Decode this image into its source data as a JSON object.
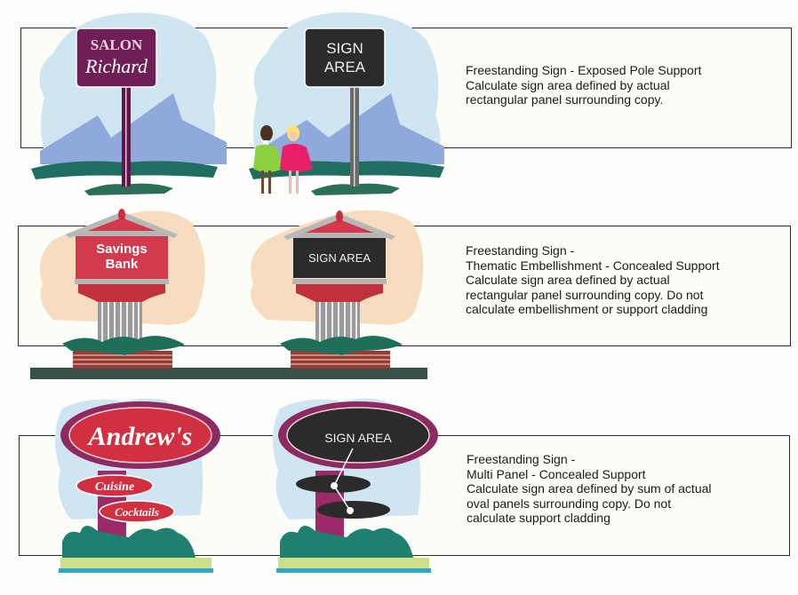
{
  "rows": [
    {
      "id": "exposed-pole",
      "example_sign": {
        "line1": "SALON",
        "line2": "Richard"
      },
      "sign_area_label": {
        "line1": "SIGN",
        "line2": "AREA"
      },
      "description": "Freestanding Sign - Exposed Pole Support\nCalculate sign area defined by actual\nrectangular panel surrounding copy."
    },
    {
      "id": "thematic-embellishment",
      "example_sign": {
        "line1": "Savings",
        "line2": "Bank"
      },
      "sign_area_label": "SIGN AREA",
      "description": "Freestanding Sign -\nThematic Embellishment - Concealed Support\nCalculate sign area defined by actual\nrectangular panel surrounding copy. Do not\ncalculate embellishment or support cladding"
    },
    {
      "id": "multi-panel",
      "example_sign": {
        "main": "Andrew's",
        "panel2": "Cuisine",
        "panel3": "Cocktails"
      },
      "sign_area_label": "SIGN AREA",
      "description": "Freestanding Sign -\nMulti Panel - Concealed Support\nCalculate sign area defined by sum of actual\noval panels surrounding copy. Do not\ncalculate support cladding"
    }
  ],
  "colors": {
    "salon_panel": "#6e1f56",
    "sign_area_panel": "#2b2b2b",
    "bank_red": "#d23a4e",
    "mountain_blue": "#8fa9dc",
    "shrub_green": "#1f7a6a",
    "sky_cloud": "#cfe6f2",
    "peach_cloud": "#f7dcc0",
    "andrews_red": "#d0303f",
    "andrews_border": "#8c2a62"
  }
}
